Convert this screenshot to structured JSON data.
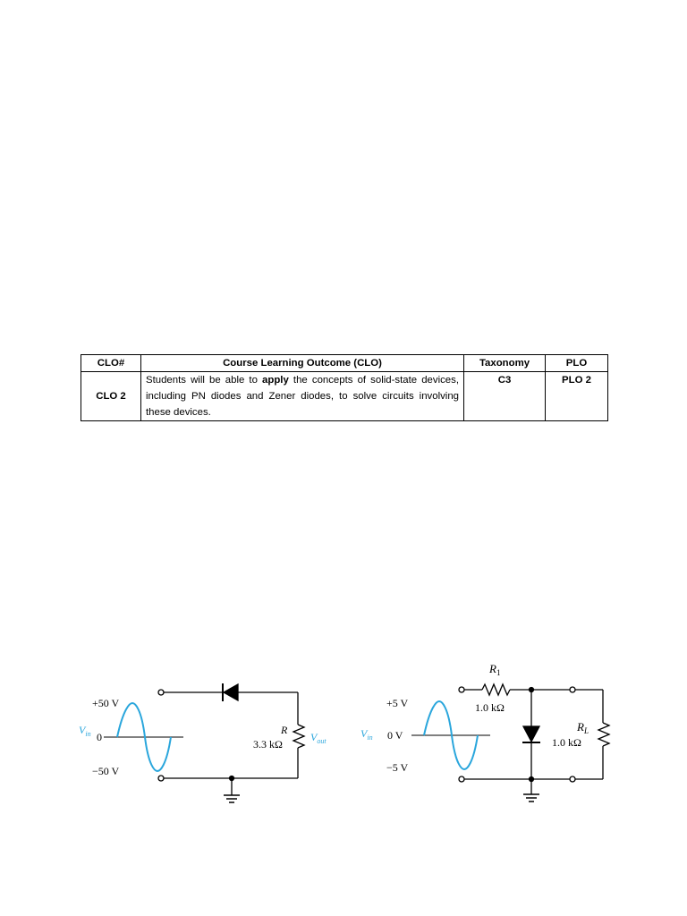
{
  "clo_table": {
    "headers": [
      "CLO#",
      "Course Learning Outcome (CLO)",
      "Taxonomy",
      "PLO"
    ],
    "rows": [
      {
        "clo": "CLO 2",
        "outcome_before": "Students will be able to ",
        "outcome_bold": "apply",
        "outcome_after": " the concepts of solid-state devices, including PN diodes and Zener diodes, to solve circuits involving these devices.",
        "taxonomy": "C3",
        "plo": "PLO 2"
      }
    ]
  },
  "circuit_left": {
    "vpos": "+50 V",
    "vneg": "−50 V",
    "zero": "0",
    "vin_main": "V",
    "vin_sub": "in",
    "resistor_label": "R",
    "resistor_value": "3.3 kΩ",
    "vout_main": "V",
    "vout_sub": "out",
    "wave_color": "#2aa6dc"
  },
  "circuit_right": {
    "vpos": "+5 V",
    "vneg": "−5 V",
    "zero": "0 V",
    "vin_main": "V",
    "vin_sub": "in",
    "r1_main": "R",
    "r1_sub": "1",
    "r1_value": "1.0 kΩ",
    "rl_main": "R",
    "rl_sub": "L",
    "rl_value": "1.0 kΩ",
    "wave_color": "#2aa6dc"
  }
}
